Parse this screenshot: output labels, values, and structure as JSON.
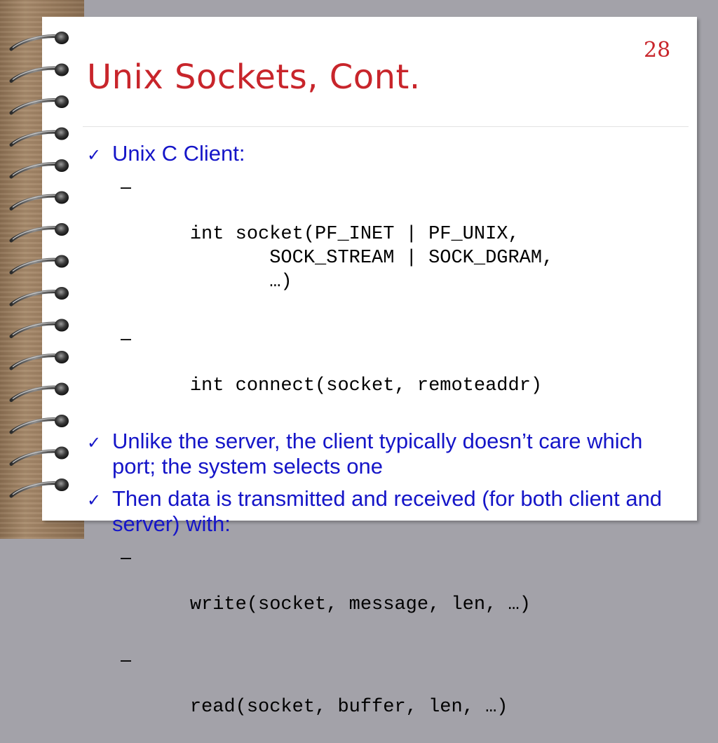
{
  "slide": {
    "page_number": "28",
    "title": "Unix Sockets, Cont.",
    "check_glyph": "✓",
    "dash_glyph": "–",
    "bullets": [
      {
        "text": "Unix C Client:"
      },
      {
        "text": "Unlike the server, the client typically doesn’t care which port; the system selects one"
      },
      {
        "text": "Then data is transmitted and received (for both client and server) with:"
      }
    ],
    "subitems": [
      {
        "text": "int socket(PF_INET | PF_UNIX,\n           SOCK_STREAM | SOCK_DGRAM,\n           …)"
      },
      {
        "text": "int connect(socket, remoteaddr)"
      },
      {
        "text": "write(socket, message, len, …)"
      },
      {
        "text": "read(socket, buffer, len, …)"
      }
    ]
  },
  "colors": {
    "title": "#c8252b",
    "bullet_text": "#1515c8",
    "code_text": "#000000",
    "background": "#a3a2a9",
    "paper": "#ffffff"
  },
  "icons": {
    "bullet": "checkmark-icon",
    "binding": "spiral-ring-icon"
  }
}
